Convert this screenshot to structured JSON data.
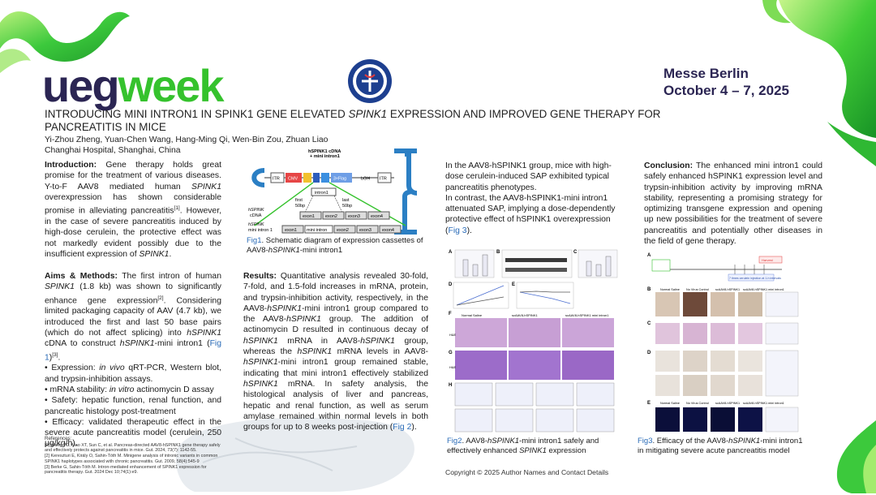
{
  "brand": {
    "part1": "ueg",
    "part2": "week"
  },
  "venue": {
    "line1": "Messe Berlin",
    "line2": "October 4 – 7, 2025"
  },
  "title": {
    "pre": "INTRODUCING MINI INTRON1 IN SPINK1 GENE ELEVATED ",
    "italic": "SPINK1",
    "post": " EXPRESSION AND IMPROVED GENE THERAPY FOR PANCREATITIS IN MICE"
  },
  "authors": "Yi-Zhou Zheng, Yuan-Chen Wang, Hang-Ming Qi, Wen-Bin Zou, Zhuan Liao",
  "affiliation": "Changhai Hospital, Shanghai, China",
  "intro": {
    "heading": "Introduction:",
    "t1": " Gene therapy holds great promise for the treatment of various diseases. Y-to-F AAV8 mediated human ",
    "i1": "SPINK1",
    "t2": " overexpression has shown considerable promise in alleviating pancreatitis",
    "ref1": "[1]",
    "t3": ". However, in the case of severe pancreatitis induced by high-dose cerulein, the protective effect was not markedly evident possibly due to the insufficient expression of ",
    "i2": "SPINK1",
    "t4": "."
  },
  "aims": {
    "heading": "Aims & Methods:",
    "t1": " The first intron of human ",
    "i1": "SPINK1",
    "t2": " (1.8 kb) was shown to significantly enhance gene expression",
    "ref2": "[2]",
    "t3": ". Considering limited packaging capacity of AAV (4.7 kb), we introduced the first and last 50 base pairs (which do not affect splicing) into ",
    "i2": "hSPINK1",
    "t4": " cDNA to construct ",
    "i3": "hSPINK1",
    "t5": "-mini intron1 (",
    "figref": "Fig 1",
    "t6": ")",
    "ref3": "[3]",
    "t7": ".",
    "b1a": "• Expression: ",
    "b1i": "in vivo",
    "b1b": " qRT-PCR, Western blot, and trypsin-inhibition assays.",
    "b2a": "• mRNA stability: ",
    "b2i": "in vitro",
    "b2b": " actinomycin D assay",
    "b3": "• Safety: hepatic function, renal function, and pancreatic histology post-treatment",
    "b4": "• Efficacy: validated therapeutic effect in the severe acute pancreatitis model (cerulein, 250 μg/kg/h)."
  },
  "references": {
    "heading": "References:",
    "r1": "[1] Wang YC, Mao XT, Sun C, et al. Pancreas-directed AAV8-hSPINK1 gene therapy safely and effectively protects against pancreatitis in mice. Gut. 2024, 73(7): 1142-55.",
    "r2": "[2] Kereszturi E, Király O, Sahin-Tóth M. Minigene analysis of intronic variants in common SPINK1 haplotypes associated with chronic pancreatitis. Gut. 2009, 58(4):545-9",
    "r3": "[3] Berke G, Sahin-Tóth M. Intron-mediated enhancement of SPINK1 expression for pancreatitis therapy. Gut. 2024 Dec 10;74(1):e9."
  },
  "diagram": {
    "cassette_title1": "hSPINK1 cDNA",
    "cassette_title2": "+ mini intron1",
    "itr": "ITR",
    "cmv": "CMV",
    "flag": "3×Flag",
    "bgh": "bGH",
    "intron": "intron1",
    "first": "first",
    "first_bp": "50bp",
    "last": "last",
    "last_bp": "50bp",
    "cdna_label1": "hSPINK",
    "cdna_label2": "cDNA",
    "mini_label1": "hSPINK",
    "mini_label2": "mini intron 1",
    "exon1": "exon1",
    "exon2": "exon2",
    "exon3": "exon3",
    "exon4": "exon4",
    "mini_intron": "mini intron"
  },
  "fig1_caption": {
    "lbl": "Fig1",
    "t1": ". Schematic diagram of expression cassettes of AAV8-",
    "i1": "hSPINK1",
    "t2": "-mini intron1"
  },
  "results": {
    "heading": "Results:",
    "t1": " Quantitative analysis revealed 30-fold, 7-fold, and 1.5-fold increases in mRNA, protein, and trypsin-inhibition activity, respectively, in the AAV8-",
    "i1": "hSPINK1",
    "t2": "-mini intron1 group compared to the AAV8-",
    "i2": "hSPINK1",
    "t3": " group. The addition of actinomycin D resulted in continuous decay of ",
    "i3": "hSPINK1",
    "t4": " mRNA in AAV8-",
    "i4": "hSPINK1",
    "t5": " group, whereas the ",
    "i5": "hSPINK1",
    "t6": " mRNA levels in AAV8-",
    "i6": "hSPINK1",
    "t7": "-mini intron1 group remained stable, indicating that mini intron1 effectively stabilized ",
    "i7": "hSPINK1",
    "t8": " mRNA. In safety analysis, the histological analysis of liver and pancreas, hepatic and renal function, as well as serum amylase remained within normal levels in both groups for up to 8 weeks post-injection (",
    "figref": "Fig 2",
    "t9": ")."
  },
  "sap": {
    "p1": "In the AAV8-hSPINK1 group, mice with high-dose cerulein-induced SAP exhibited typical pancreatitis phenotypes.",
    "p2a": "In contrast, the AAV8-hSPINK1-mini intron1 attenuated SAP, implying a dose-dependently protective effect of hSPINK1 overexpression (",
    "figref": "Fig 3",
    "p2b": ")."
  },
  "fig2": {
    "normal": "Normal Saline",
    "aav": "scAAV8-hSPINK1",
    "aav_mini": "scAAV8-hSPINK1 mini intron1",
    "he": "H&E",
    "row_f": "F",
    "row_g": "G",
    "row_h": "H",
    "pa": "A",
    "pb": "B",
    "pc": "C",
    "pd": "D",
    "pe": "E"
  },
  "fig2_caption": {
    "lbl": "Fig2",
    "t1": ". AAV8-",
    "i1": "hSPINK1",
    "t2": "-mini intron1 safely and effectively enhanced ",
    "i2": "SPINK1",
    "t3": " expression"
  },
  "copyright": "Copyright © 2025 Author Names and Contact Details",
  "conclusion": {
    "heading": "Conclusion:",
    "text": " The enhanced mini intron1 could safely enhanced hSPINK1 expression level and trypsin-inhibition activity by improving mRNA stability, representing a promising strategy for optimizing transgene expression and opening up new possibilities for the treatment of severe pancreatitis and potentially other diseases in the field of gene therapy."
  },
  "fig3": {
    "normal": "Normal Saline",
    "virus": "No Virus Control",
    "aav": "scAAV8-hSPINK1",
    "aav_mini": "scAAV8-hSPINK1 mini intron1",
    "pa": "A",
    "pb": "B",
    "pc": "C",
    "pd": "D",
    "pe": "E",
    "cerulein": "7 times cerulein injection at 1-h intervals",
    "sacrificed": "Harvest"
  },
  "fig3_caption": {
    "lbl": "Fig3",
    "t1": ". Efficacy of the AAV8-",
    "i1": "hSPINK1",
    "t2": "-mini intron1 in mitigating severe acute pancreatitis model"
  },
  "colors": {
    "navy": "#2b2553",
    "green": "#35c22d",
    "link": "#2b6cb8"
  },
  "icons": [
    "hospital-seal-icon",
    "green-ribbon-decoration",
    "liver-watermark"
  ]
}
